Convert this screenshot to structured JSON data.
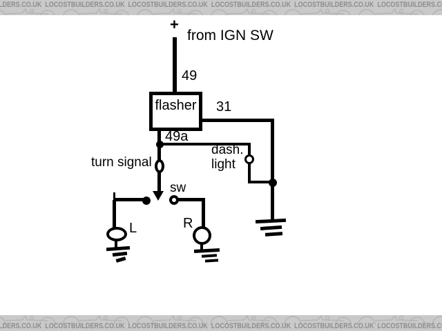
{
  "watermark": {
    "text": "LOCOSTBUILDERS.CO.UK",
    "repeat": 8,
    "bg_color": "#c9c9c9",
    "text_color": "#8d8d8d",
    "car_color": "#b5b5b5"
  },
  "diagram": {
    "colors": {
      "wire": "#000000",
      "background": "#ffffff"
    },
    "labels": {
      "plus": "+",
      "supply": "from IGN SW",
      "terminal_top": "49",
      "relay": "flasher",
      "terminal_right": "31",
      "terminal_bottom": "49a",
      "dash_line1": "dash.",
      "dash_line2": "light",
      "switch_name": "turn signal",
      "switch_abbr": "sw",
      "lamp_left": "L",
      "lamp_right": "R"
    }
  }
}
